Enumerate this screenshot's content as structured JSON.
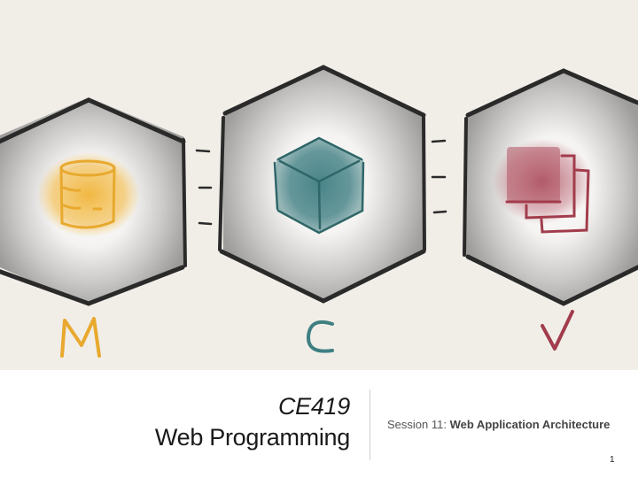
{
  "slide": {
    "illustration": {
      "letters": [
        "M",
        "C",
        "V"
      ],
      "icons": [
        "database-icon",
        "cube-icon",
        "stacked-pages-icon"
      ],
      "colors": {
        "model": "#e8a92e",
        "controller": "#3f7f82",
        "view": "#a23c4c",
        "outline": "#2a2a2a",
        "paper": "#f1eee8"
      }
    },
    "course_code": "CE419",
    "course_name": "Web Programming",
    "session_prefix": "Session 11:",
    "session_title": "Web Application Architecture",
    "page_number": "1"
  }
}
